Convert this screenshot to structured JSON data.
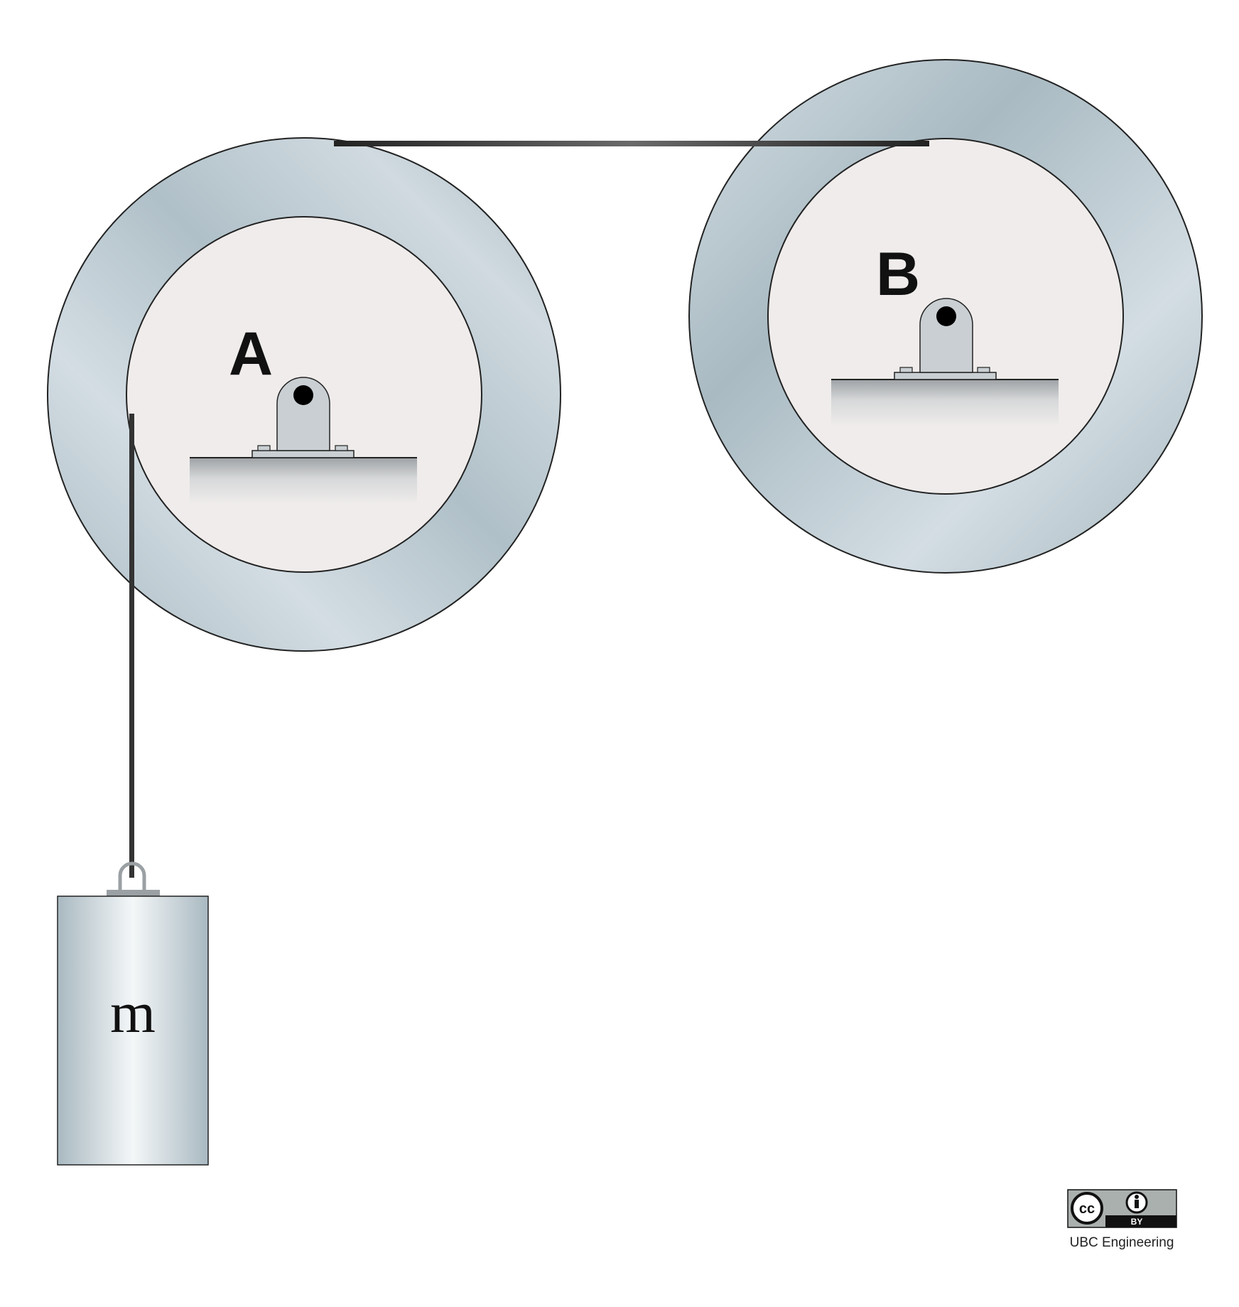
{
  "pulleys": [
    {
      "label": "A"
    },
    {
      "label": "B"
    }
  ],
  "mass": {
    "label": "m"
  },
  "license": {
    "badge_cc": "cc",
    "badge_by": "BY",
    "credit": "UBC Engineering"
  },
  "colors": {
    "pulley_rim_light": "#d3dde3",
    "pulley_rim_dark": "#a7b8c0",
    "pulley_hub": "#efeceb",
    "cable": "#333333",
    "mass_light": "#f4f7f8",
    "mass_dark": "#a9b9c1",
    "bracket": "#c9cfd2"
  }
}
